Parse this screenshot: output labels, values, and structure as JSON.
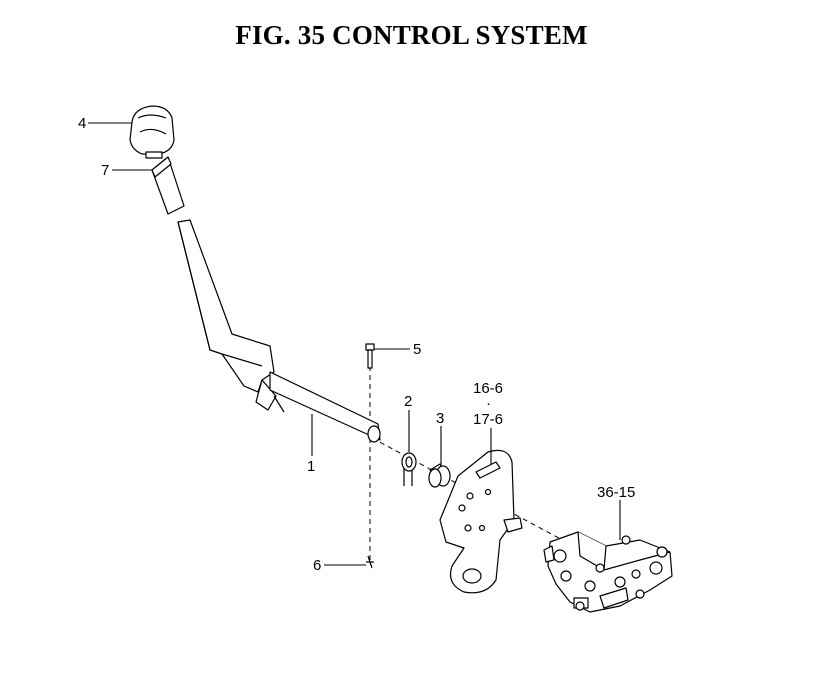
{
  "title": "FIG. 35  CONTROL SYSTEM",
  "callouts": {
    "c4": "4",
    "c7": "7",
    "c5": "5",
    "c1": "1",
    "c2": "2",
    "c3": "3",
    "c16": "16-6",
    "dot": "·",
    "c17": "17-6",
    "c36": "36-15",
    "c6": "6"
  }
}
